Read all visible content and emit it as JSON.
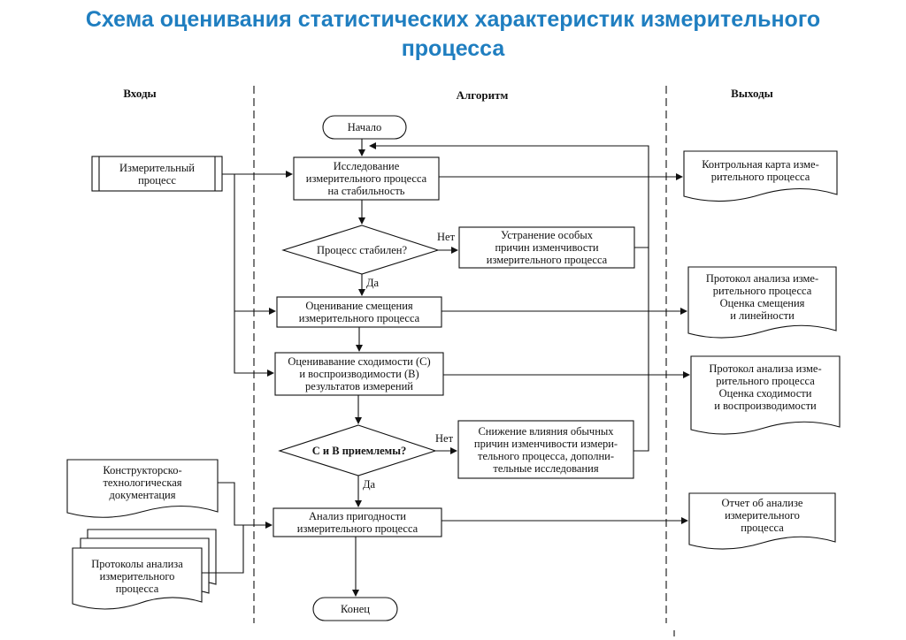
{
  "title": "Схема оценивания статистических характеристик измерительного\nпроцесса",
  "columns": {
    "inputs": "Входы",
    "algorithm": "Алгоритм",
    "outputs": "Выходы"
  },
  "nodes": {
    "start": "Начало",
    "study": "Исследование\nизмерительного процесса\nна стабильность",
    "decision1": "Процесс стабилен?",
    "eliminate": "Устранение особых\nпричин изменчивости\nизмерительного процесса",
    "bias": "Оценивание смещения\nизмерительного процесса",
    "repeat": "Оценивавание сходимости (С)\nи воспроизводимости (В)\nрезультатов измерений",
    "decision2": "С и В приемлемы?",
    "reduce": "Снижение влияния обычных\nпричин изменчивости измери-\nтельного процесса, дополни-\nтельные исследования",
    "analysis": "Анализ пригодности\nизмерительного процесса",
    "end": "Конец"
  },
  "inputs": {
    "process": "Измерительный\nпроцесс",
    "docs": "Конструкторско-\nтехнологическая\nдокументация",
    "protocols": "Протоколы анализа\nизмерительного\nпроцесса"
  },
  "outputs": {
    "control_chart": "Контрольная карта изме-\nрительного процесса",
    "bias_protocol": "Протокол анализа изме-\nрительного процесса\nОценка смещения\nи линейности",
    "repeat_protocol": "Протокол анализа изме-\nрительного процесса\nОценка сходимости\nи воспроизводимости",
    "report": "Отчет об анализе\nизмерительного\nпроцесса"
  },
  "labels": {
    "no": "Нет",
    "yes": "Да"
  }
}
